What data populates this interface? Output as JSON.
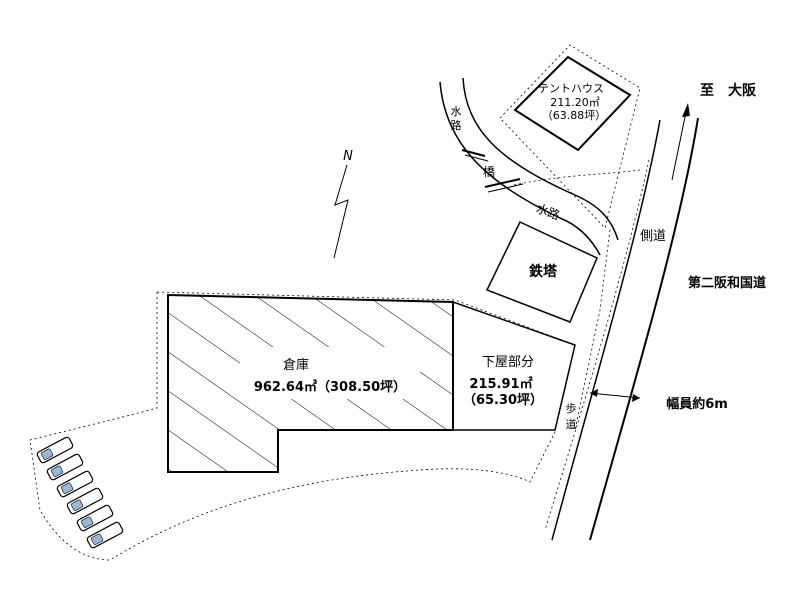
{
  "north": {
    "label": "N"
  },
  "osaka": {
    "label": "至　大阪"
  },
  "tent_house": {
    "name": "テントハウス",
    "area_m2": "211.20㎡",
    "area_tsubo": "（63.88坪）"
  },
  "waterway_upper": {
    "chars": [
      "水",
      "路"
    ]
  },
  "waterway_lower": {
    "label": "水路"
  },
  "bridge": {
    "label": "橋"
  },
  "tower": {
    "label": "鉄塔"
  },
  "side_road": {
    "label": "側道"
  },
  "highway": {
    "label": "第二阪和国道"
  },
  "warehouse": {
    "name": "倉庫",
    "area": "962.64㎡（308.50坪）"
  },
  "shed": {
    "name": "下屋部分",
    "area_m2": "215.91㎡",
    "area_tsubo": "（65.30坪）"
  },
  "sidewalk": {
    "chars": [
      "歩",
      "道"
    ]
  },
  "road_width": {
    "label": "幅員約6m"
  },
  "parking": {
    "car_count": 6
  }
}
